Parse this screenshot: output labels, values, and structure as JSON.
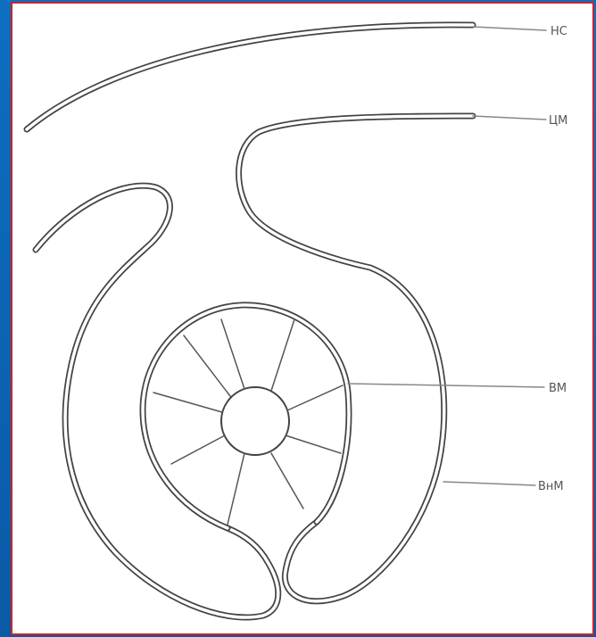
{
  "labels": {
    "nc": "НС",
    "cm": "ЦМ",
    "vm": "ВМ",
    "vnm": "ВнМ"
  },
  "colors": {
    "background": "#0b64b3",
    "panel": "#ffffff",
    "border": "#c8262b",
    "line": "#444444"
  }
}
